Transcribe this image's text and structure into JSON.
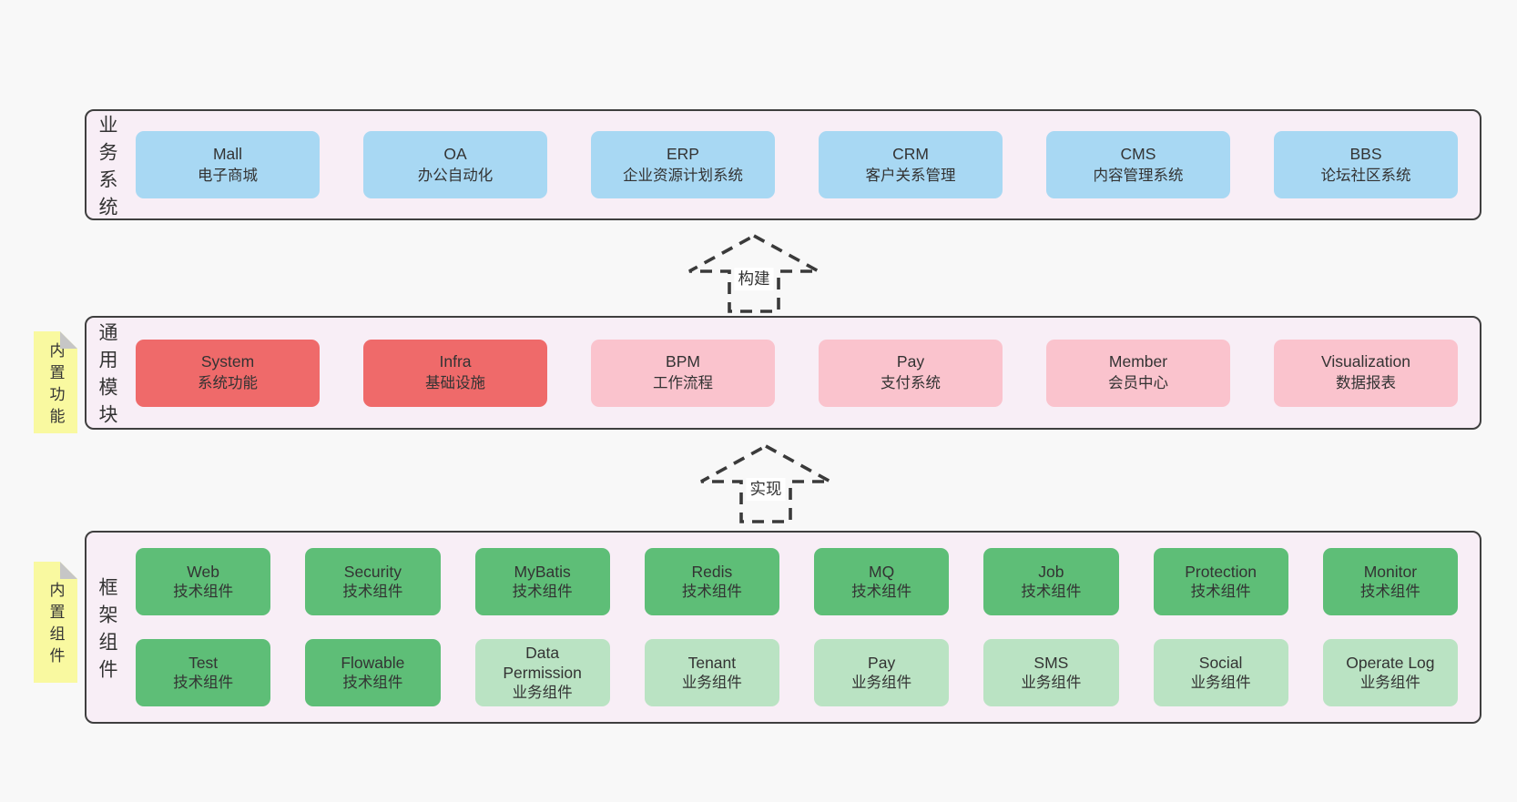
{
  "colors": {
    "pageBg": "#f8f8f8",
    "bandBg": "#f8eef6",
    "bandBorder": "#3f3f3f",
    "text": "#333333",
    "boxBlue": "#a8d8f3",
    "boxRed": "#ef6a6a",
    "boxPink": "#fac3cd",
    "boxGreen": "#5ebe77",
    "boxLightGreen": "#bae3c3",
    "noteBg": "#f9f9a0",
    "noteFold": "#c6c6c6",
    "arrow": "#3a3a3a",
    "arrowLabelBg": "#ffffff"
  },
  "arrows": [
    {
      "label": "构建"
    },
    {
      "label": "实现"
    }
  ],
  "bands": [
    {
      "label": "业务系统",
      "boxes": [
        {
          "title": "Mall",
          "subtitle": "电子商城"
        },
        {
          "title": "OA",
          "subtitle": "办公自动化"
        },
        {
          "title": "ERP",
          "subtitle": "企业资源计划系统"
        },
        {
          "title": "CRM",
          "subtitle": "客户关系管理"
        },
        {
          "title": "CMS",
          "subtitle": "内容管理系统"
        },
        {
          "title": "BBS",
          "subtitle": "论坛社区系统"
        }
      ]
    },
    {
      "label": "通用模块",
      "note": "内置功能",
      "boxes": [
        {
          "title": "System",
          "subtitle": "系统功能"
        },
        {
          "title": "Infra",
          "subtitle": "基础设施"
        },
        {
          "title": "BPM",
          "subtitle": "工作流程"
        },
        {
          "title": "Pay",
          "subtitle": "支付系统"
        },
        {
          "title": "Member",
          "subtitle": "会员中心"
        },
        {
          "title": "Visualization",
          "subtitle": "数据报表"
        }
      ]
    },
    {
      "label": "框架组件",
      "note": "内置组件",
      "rows": [
        [
          {
            "title": "Web",
            "subtitle": "技术组件"
          },
          {
            "title": "Security",
            "subtitle": "技术组件"
          },
          {
            "title": "MyBatis",
            "subtitle": "技术组件"
          },
          {
            "title": "Redis",
            "subtitle": "技术组件"
          },
          {
            "title": "MQ",
            "subtitle": "技术组件"
          },
          {
            "title": "Job",
            "subtitle": "技术组件"
          },
          {
            "title": "Protection",
            "subtitle": "技术组件"
          },
          {
            "title": "Monitor",
            "subtitle": "技术组件"
          }
        ],
        [
          {
            "title": "Test",
            "subtitle": "技术组件"
          },
          {
            "title": "Flowable",
            "subtitle": "技术组件"
          },
          {
            "title": "Data Permission",
            "subtitle": "业务组件"
          },
          {
            "title": "Tenant",
            "subtitle": "业务组件"
          },
          {
            "title": "Pay",
            "subtitle": "业务组件"
          },
          {
            "title": "SMS",
            "subtitle": "业务组件"
          },
          {
            "title": "Social",
            "subtitle": "业务组件"
          },
          {
            "title": "Operate Log",
            "subtitle": "业务组件"
          }
        ]
      ]
    }
  ]
}
